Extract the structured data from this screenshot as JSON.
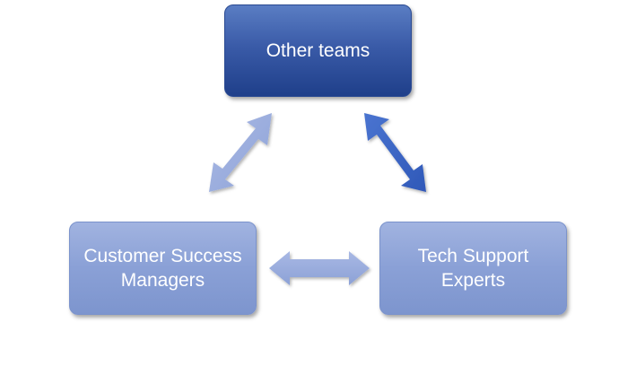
{
  "diagram": {
    "nodes": [
      {
        "id": "top",
        "label": "Other teams"
      },
      {
        "id": "left",
        "label": "Customer Success\nManagers"
      },
      {
        "id": "right",
        "label": "Tech Support\nExperts"
      }
    ],
    "edges": [
      {
        "from": "left",
        "to": "top",
        "direction": "bidirectional",
        "color": "#9aaee0"
      },
      {
        "from": "right",
        "to": "top",
        "direction": "bidirectional",
        "color": "#3a64c4"
      },
      {
        "from": "left",
        "to": "right",
        "direction": "bidirectional",
        "color": "#9aaee0"
      }
    ],
    "colors": {
      "top_node": "#2e4f9c",
      "bottom_nodes": "#8ba1d6",
      "light_arrow": "#9aaee0",
      "dark_arrow": "#3a64c4"
    }
  }
}
